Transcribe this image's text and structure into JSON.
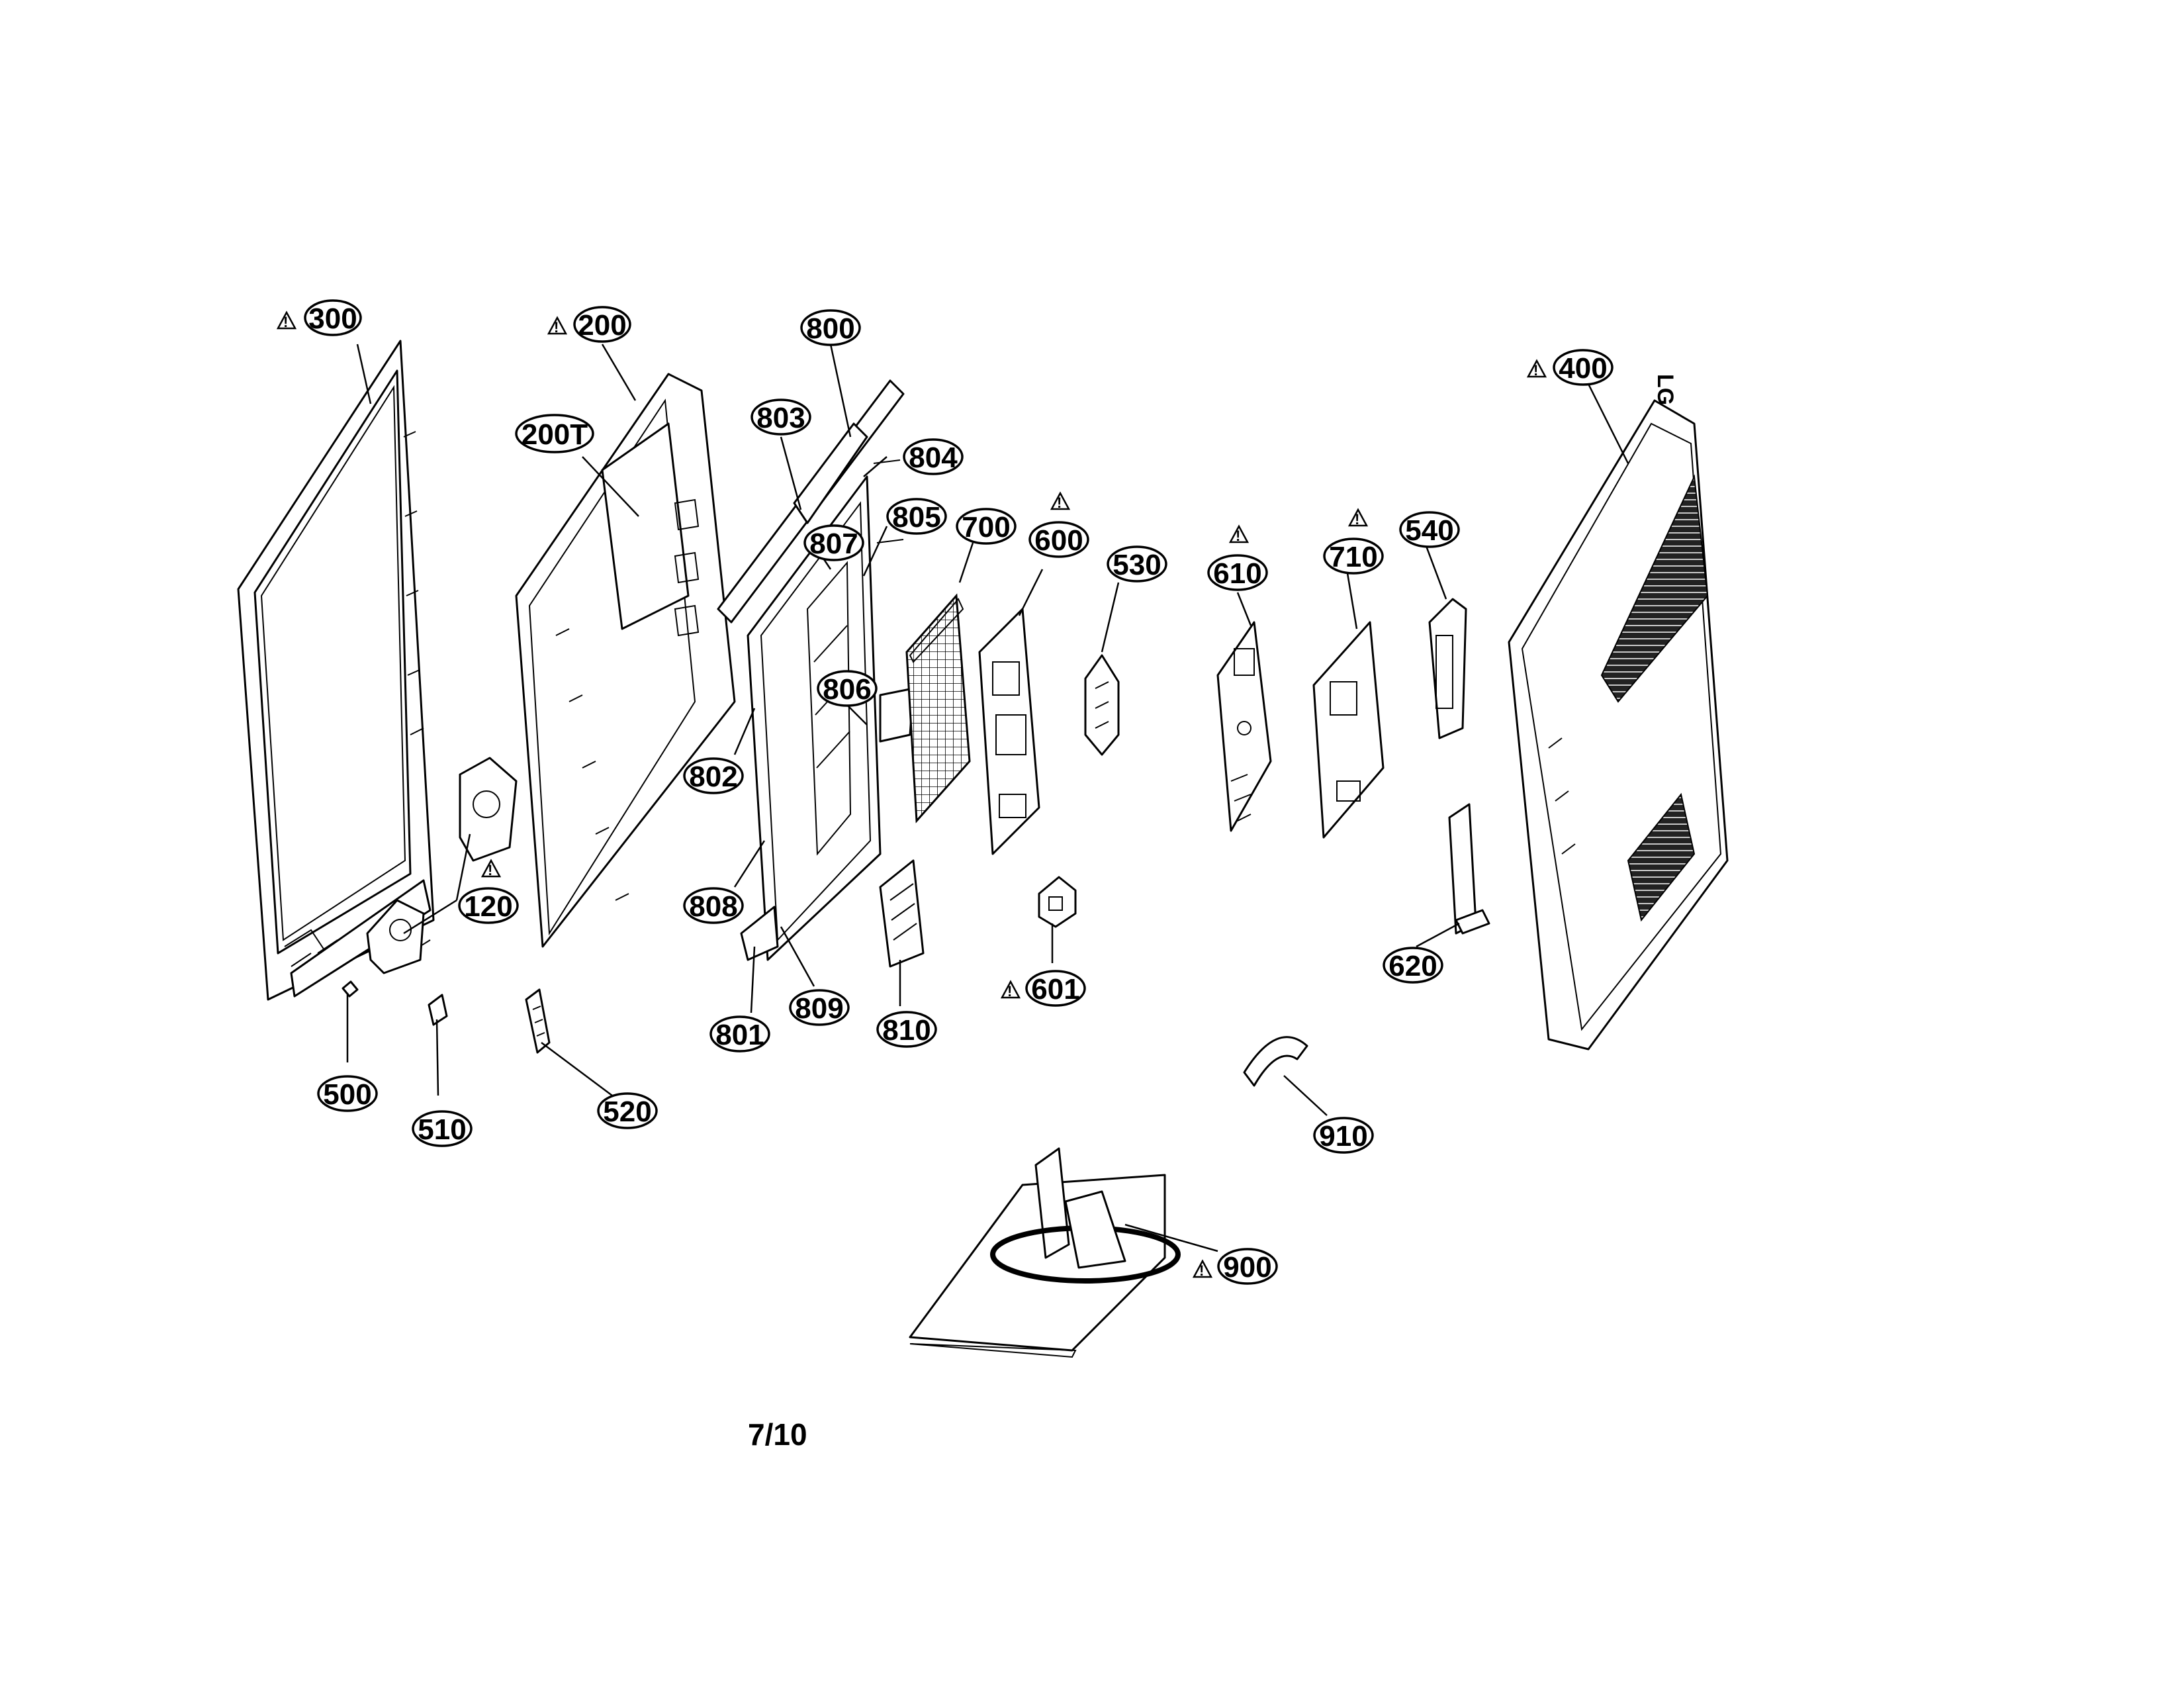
{
  "callouts": [
    {
      "id": "p300",
      "label": "300",
      "warning": true
    },
    {
      "id": "p200",
      "label": "200",
      "warning": true
    },
    {
      "id": "p200T",
      "label": "200T",
      "warning": false
    },
    {
      "id": "p800",
      "label": "800",
      "warning": false
    },
    {
      "id": "p803",
      "label": "803",
      "warning": false
    },
    {
      "id": "p804",
      "label": "804",
      "warning": false
    },
    {
      "id": "p805",
      "label": "805",
      "warning": false
    },
    {
      "id": "p807",
      "label": "807",
      "warning": false
    },
    {
      "id": "p700",
      "label": "700",
      "warning": false
    },
    {
      "id": "p600",
      "label": "600",
      "warning": true
    },
    {
      "id": "p530",
      "label": "530",
      "warning": false
    },
    {
      "id": "p610",
      "label": "610",
      "warning": true
    },
    {
      "id": "p710",
      "label": "710",
      "warning": true
    },
    {
      "id": "p540",
      "label": "540",
      "warning": false
    },
    {
      "id": "p400",
      "label": "400",
      "warning": true
    },
    {
      "id": "p806",
      "label": "806",
      "warning": false
    },
    {
      "id": "p802",
      "label": "802",
      "warning": false
    },
    {
      "id": "p808",
      "label": "808",
      "warning": false
    },
    {
      "id": "p120",
      "label": "120",
      "warning": true
    },
    {
      "id": "p601",
      "label": "601",
      "warning": true
    },
    {
      "id": "p620",
      "label": "620",
      "warning": false
    },
    {
      "id": "p809",
      "label": "809",
      "warning": false
    },
    {
      "id": "p810",
      "label": "810",
      "warning": false
    },
    {
      "id": "p801",
      "label": "801",
      "warning": false
    },
    {
      "id": "p500",
      "label": "500",
      "warning": false
    },
    {
      "id": "p510",
      "label": "510",
      "warning": false
    },
    {
      "id": "p520",
      "label": "520",
      "warning": false
    },
    {
      "id": "p910",
      "label": "910",
      "warning": false
    },
    {
      "id": "p900",
      "label": "900",
      "warning": true
    }
  ],
  "logo_text": "LG",
  "page_number": "7/10"
}
